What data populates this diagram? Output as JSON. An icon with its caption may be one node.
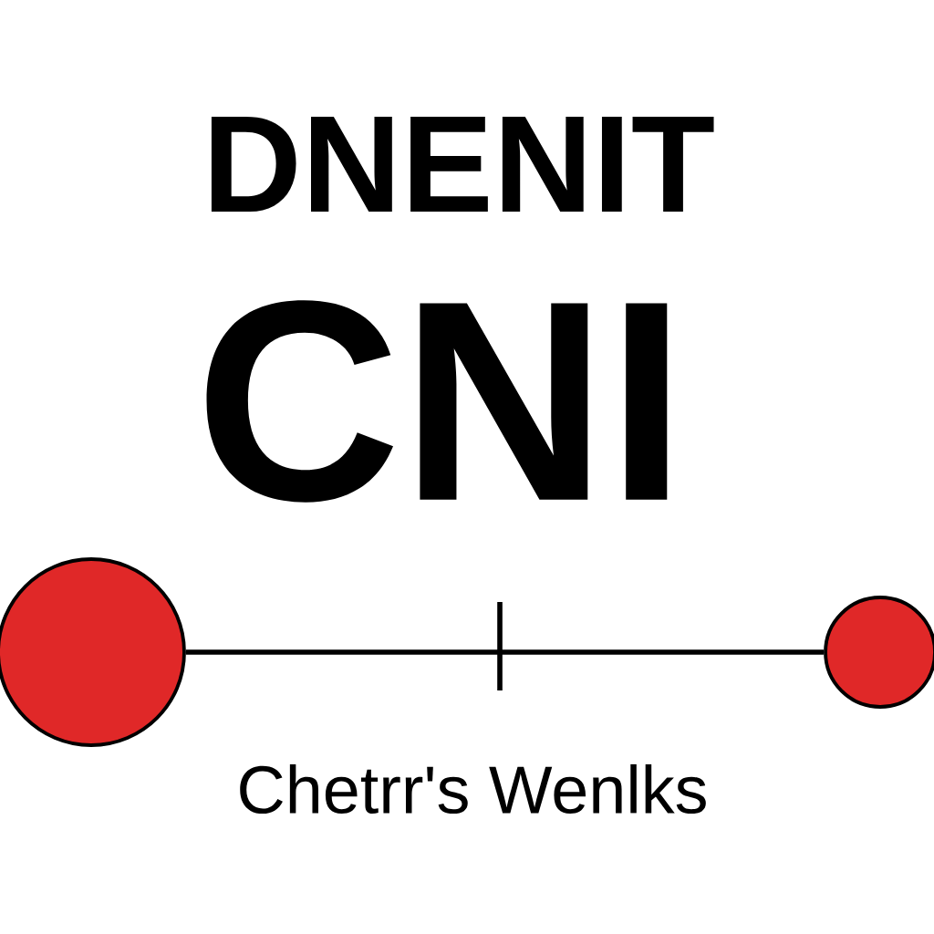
{
  "diagram": {
    "title": "DNENIT",
    "nodes": [
      {
        "text": [],
        "shape": "circle"
      },
      {
        "text": [],
        "shape": "circle"
      }
    ],
    "edges": [
      {
        "from": 0,
        "to": 1,
        "arrow": "none"
      }
    ],
    "labels": [
      "CNI",
      "Chetrr's Wenlks"
    ]
  }
}
